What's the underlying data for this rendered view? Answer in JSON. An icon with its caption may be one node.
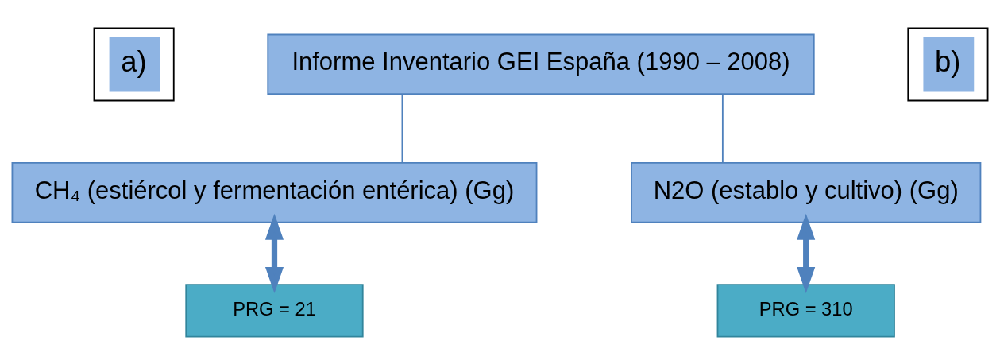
{
  "diagram": {
    "nodes": [
      {
        "text": [
          "Informe Inventario GEI España (1990 – 2008)"
        ]
      },
      {
        "text": [
          "a)"
        ]
      },
      {
        "text": [
          "b)"
        ]
      },
      {
        "text": [
          "CH₄ (estiércol y fermentación entérica) (Gg)"
        ]
      },
      {
        "text": [
          "N2O (establo y cultivo) (Gg)"
        ]
      },
      {
        "text": [
          "PRG = 21"
        ]
      },
      {
        "text": [
          "PRG = 310"
        ]
      }
    ],
    "edges": [
      {
        "from": 0,
        "to": 3,
        "arrow": "none"
      },
      {
        "from": 0,
        "to": 4,
        "arrow": "none"
      },
      {
        "from": 3,
        "to": 5,
        "arrow": "both",
        "style": "thick"
      },
      {
        "from": 4,
        "to": 6,
        "arrow": "both",
        "style": "thick"
      }
    ]
  }
}
